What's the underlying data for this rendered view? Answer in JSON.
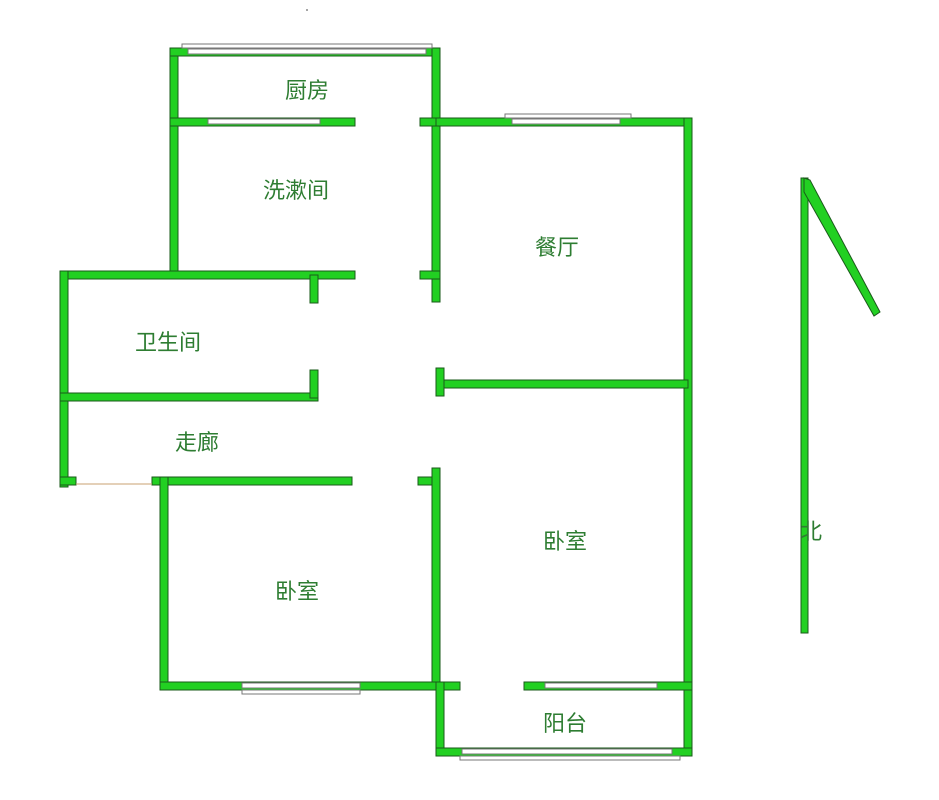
{
  "rooms": {
    "kitchen": "厨房",
    "washroom": "洗漱间",
    "dining": "餐厅",
    "bathroom": "卫生间",
    "corridor": "走廊",
    "bedroom_left": "卧室",
    "bedroom_right": "卧室",
    "balcony": "阳台"
  },
  "compass": {
    "north_label": "北"
  },
  "colors": {
    "wall": "#22d022",
    "text": "#2e7d32"
  }
}
